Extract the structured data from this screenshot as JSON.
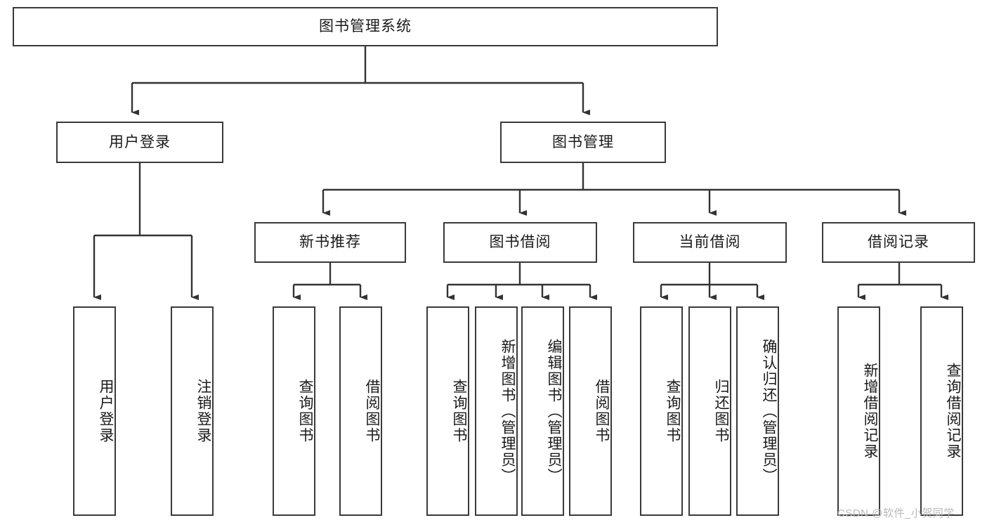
{
  "diagram": {
    "type": "tree-hierarchy",
    "title_node": {
      "label": "图书管理系统"
    },
    "level2": [
      {
        "id": "user-login",
        "label": "用户登录"
      },
      {
        "id": "book-manage",
        "label": "图书管理"
      }
    ],
    "level3": [
      {
        "id": "new-book-recommend",
        "label": "新书推荐"
      },
      {
        "id": "book-borrow",
        "label": "图书借阅"
      },
      {
        "id": "current-borrow",
        "label": "当前借阅"
      },
      {
        "id": "borrow-record",
        "label": "借阅记录"
      }
    ],
    "leaves": {
      "user_login": [
        {
          "id": "leaf-user-login",
          "label": "用户登录"
        },
        {
          "id": "leaf-logout",
          "label": "注销登录"
        }
      ],
      "new_book_recommend": [
        {
          "id": "leaf-query-book-1",
          "label": "查询图书"
        },
        {
          "id": "leaf-borrow-book-1",
          "label": "借阅图书"
        }
      ],
      "book_borrow": [
        {
          "id": "leaf-query-book-2",
          "label": "查询图书"
        },
        {
          "id": "leaf-add-book",
          "label": "新增图书（管理员）"
        },
        {
          "id": "leaf-edit-book",
          "label": "编辑图书（管理员）"
        },
        {
          "id": "leaf-borrow-book-2",
          "label": "借阅图书"
        }
      ],
      "current_borrow": [
        {
          "id": "leaf-query-book-3",
          "label": "查询图书"
        },
        {
          "id": "leaf-return-book",
          "label": "归还图书"
        },
        {
          "id": "leaf-confirm-return",
          "label": "确认归还（管理员）"
        }
      ],
      "borrow_record": [
        {
          "id": "leaf-add-record",
          "label": "新增借阅记录"
        },
        {
          "id": "leaf-query-record",
          "label": "查询借阅记录"
        }
      ]
    }
  },
  "watermark": {
    "text": "CSDN @软件_小贺同学"
  },
  "colors": {
    "border": "#3a3a3a",
    "background": "#ffffff",
    "text": "#1a1a1a",
    "watermark": "#b9b9b9"
  }
}
